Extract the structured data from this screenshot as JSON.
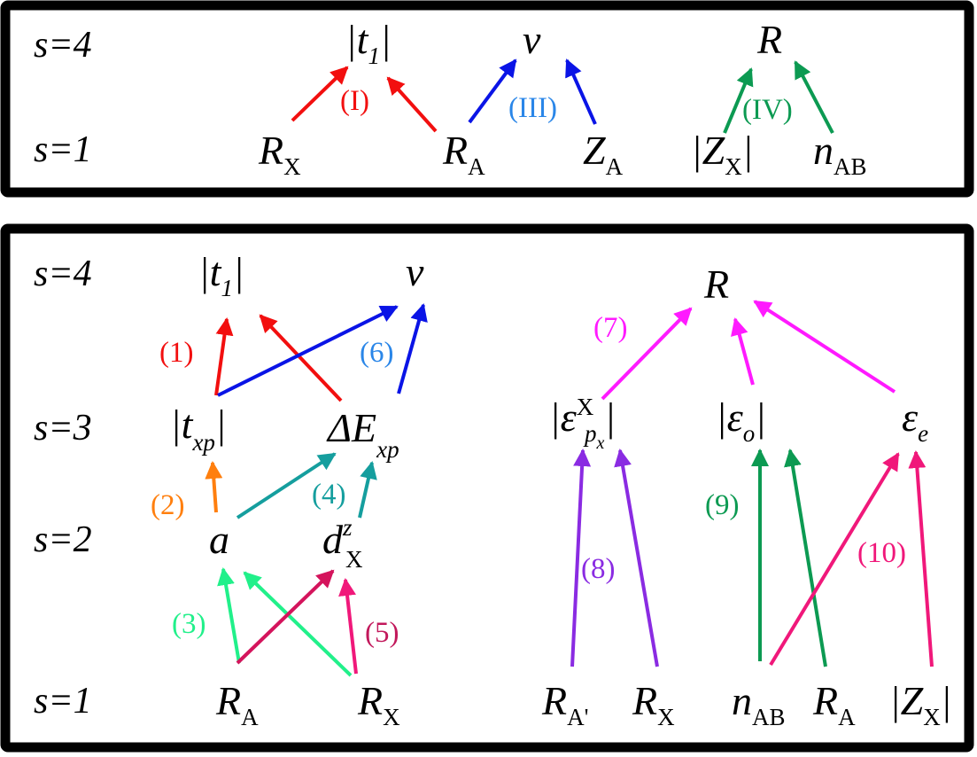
{
  "colors": {
    "red": "#f20f0f",
    "blue": "#0a14e6",
    "sky": "#2a86e8",
    "green": "#0c9a52",
    "orange": "#ff7f0e",
    "teal": "#159e9e",
    "mint": "#21f08a",
    "crimson": "#d4145c",
    "pink": "#f0187a",
    "purple": "#8a2be2",
    "magenta": "#ff1aff"
  },
  "top_panel": {
    "levels": {
      "s4": "s=4",
      "s1": "s=1"
    },
    "nodes": {
      "t1": {
        "pre": "|",
        "main": "t",
        "sub": "1",
        "post": "|"
      },
      "v": {
        "main": "v"
      },
      "R": {
        "main": "R"
      },
      "RX": {
        "main": "R",
        "sub": "X"
      },
      "RA": {
        "main": "R",
        "sub": "A"
      },
      "ZA": {
        "main": "Z",
        "sub": "A"
      },
      "ZX": {
        "pre": "|",
        "main": "Z",
        "sub": "X",
        "post": "|"
      },
      "nAB": {
        "main": "n",
        "sub": "AB"
      }
    },
    "labels": {
      "I": "(I)",
      "III": "(III)",
      "IV": "(IV)"
    }
  },
  "bottom_panel": {
    "levels": {
      "s4": "s=4",
      "s3": "s=3",
      "s2": "s=2",
      "s1": "s=1"
    },
    "nodes": {
      "t1": {
        "pre": "|",
        "main": "t",
        "sub": "1",
        "post": "|"
      },
      "v": {
        "main": "v"
      },
      "R": {
        "main": "R"
      },
      "txp": {
        "pre": "|",
        "main": "t",
        "sub": "xp",
        "post": "|"
      },
      "dExp": {
        "main": "ΔE",
        "sub": "xp"
      },
      "epsp": {
        "pre": "|",
        "main": "ε",
        "sup": "X",
        "sub": "p",
        "subsub": "x",
        "post": "|"
      },
      "epso": {
        "pre": "|",
        "main": "ε",
        "sub": "o",
        "post": "|"
      },
      "epse": {
        "main": "ε",
        "sub": "e"
      },
      "a": {
        "main": "a"
      },
      "dX": {
        "main": "d",
        "sup": "z",
        "sub": "X"
      },
      "RA": {
        "main": "R",
        "sub": "A"
      },
      "RX": {
        "main": "R",
        "sub": "X"
      },
      "RAp": {
        "main": "R",
        "sub": "A'"
      },
      "RX2": {
        "main": "R",
        "sub": "X"
      },
      "nAB": {
        "main": "n",
        "sub": "AB"
      },
      "RA2": {
        "main": "R",
        "sub": "A"
      },
      "ZX": {
        "pre": "|",
        "main": "Z",
        "sub": "X",
        "post": "|"
      }
    },
    "labels": {
      "l1": "(1)",
      "l2": "(2)",
      "l3": "(3)",
      "l4": "(4)",
      "l5": "(5)",
      "l6": "(6)",
      "l7": "(7)",
      "l8": "(8)",
      "l9": "(9)",
      "l10": "(10)"
    }
  }
}
